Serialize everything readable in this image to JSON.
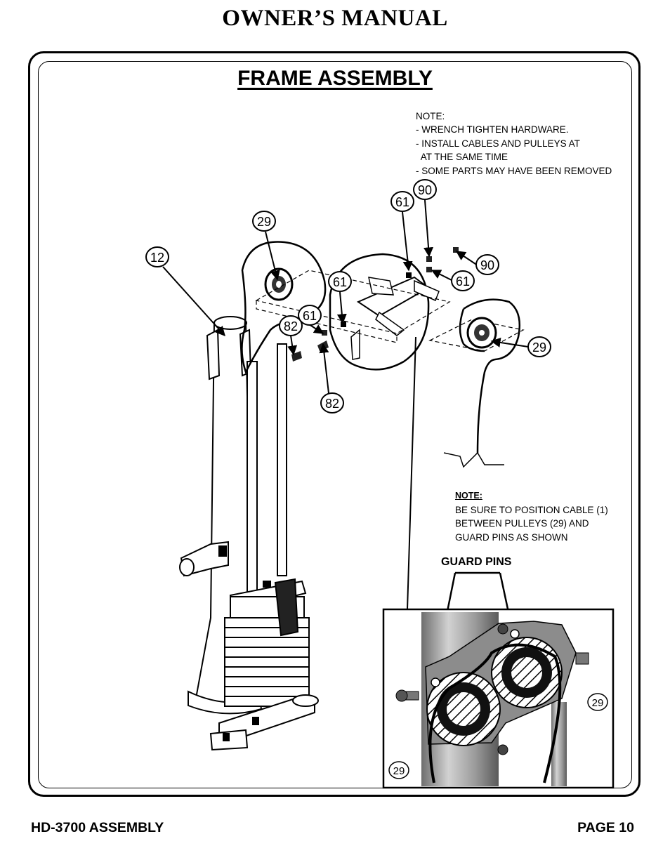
{
  "header": {
    "title": "OWNER’S MANUAL"
  },
  "section": {
    "title": "FRAME ASSEMBLY"
  },
  "note_top": {
    "lines": [
      "NOTE:",
      "- WRENCH TIGHTEN HARDWARE.",
      "- INSTALL CABLES AND PULLEYS AT",
      "  AT THE SAME TIME",
      "- SOME PARTS MAY HAVE BEEN REMOVED"
    ]
  },
  "note_bottom": {
    "heading": "NOTE:",
    "lines": [
      "BE SURE TO POSITION CABLE (1)",
      "BETWEEN PULLEYS (29) AND",
      "GUARD PINS AS SHOWN"
    ]
  },
  "guard_pins_label": "GUARD PINS",
  "callouts": [
    "12",
    "29",
    "61",
    "90",
    "90",
    "61",
    "61",
    "61",
    "82",
    "82",
    "29",
    "29",
    "29"
  ],
  "footer": {
    "left": "HD-3700 ASSEMBLY",
    "right": "PAGE 10"
  }
}
